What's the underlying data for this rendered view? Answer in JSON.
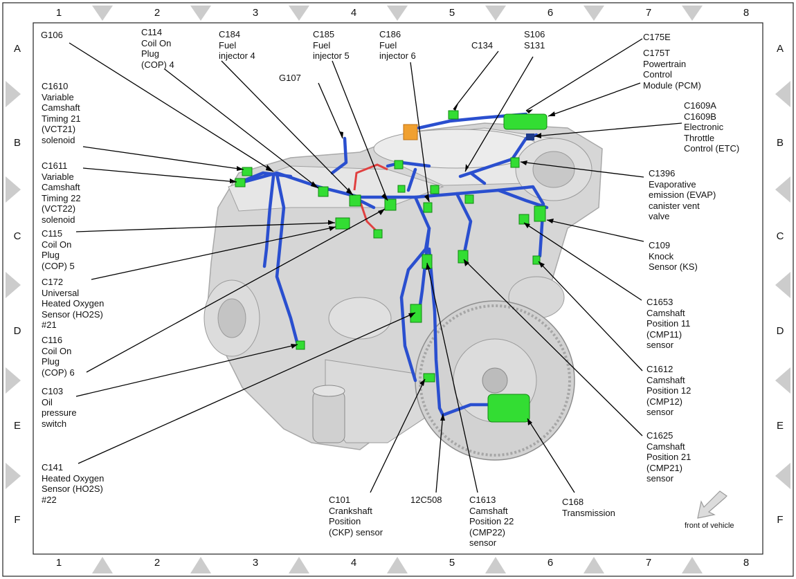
{
  "grid": {
    "columns": [
      "1",
      "2",
      "3",
      "4",
      "5",
      "6",
      "7",
      "8"
    ],
    "rows": [
      "A",
      "B",
      "C",
      "D",
      "E",
      "F"
    ]
  },
  "callouts": {
    "g106": "G106",
    "c114": "C114\nCoil On\nPlug\n(COP) 4",
    "c184": "C184\nFuel\ninjector 4",
    "c185": "C185\nFuel\ninjector 5",
    "c186": "C186\nFuel\ninjector 6",
    "c134": "C134",
    "s106": "S106\nS131",
    "c175e": "C175E",
    "c175t": "C175T\nPowertrain\nControl\nModule (PCM)",
    "g107": "G107",
    "c1610": "C1610\nVariable\nCamshaft\nTiming 21\n(VCT21)\nsolenoid",
    "c1609": "C1609A\nC1609B\nElectronic\nThrottle\nControl (ETC)",
    "c1611": "C1611\nVariable\nCamshaft\nTiming 22\n(VCT22)\nsolenoid",
    "c1396": "C1396\nEvaporative\nemission (EVAP)\ncanister vent\nvalve",
    "c115": "C115\nCoil On\nPlug\n(COP) 5",
    "c109": "C109\nKnock\nSensor (KS)",
    "c172": "C172\nUniversal\nHeated Oxygen\nSensor (HO2S)\n#21",
    "c1653": "C1653\nCamshaft\nPosition 11\n(CMP11)\nsensor",
    "c116": "C116\nCoil On\nPlug\n(COP) 6",
    "c103": "C103\nOil\npressure\nswitch",
    "c1612": "C1612\nCamshaft\nPosition 12\n(CMP12)\nsensor",
    "c1625": "C1625\nCamshaft\nPosition 21\n(CMP21)\nsensor",
    "c141": "C141\nHeated Oxygen\nSensor (HO2S)\n#22",
    "c101": "C101\nCrankshaft\nPosition\n(CKP) sensor",
    "12c508": "12C508",
    "c1613": "C1613\nCamshaft\nPosition 22\n(CMP22)\nsensor",
    "c168": "C168\nTransmission"
  },
  "orientation": {
    "label": "front of vehicle",
    "icon": "arrow-down-left-icon"
  },
  "colors": {
    "harness": "#2a4fcf",
    "connector": "#33dd33",
    "engine": "#cfcfcf",
    "marker": "#cccccc"
  }
}
